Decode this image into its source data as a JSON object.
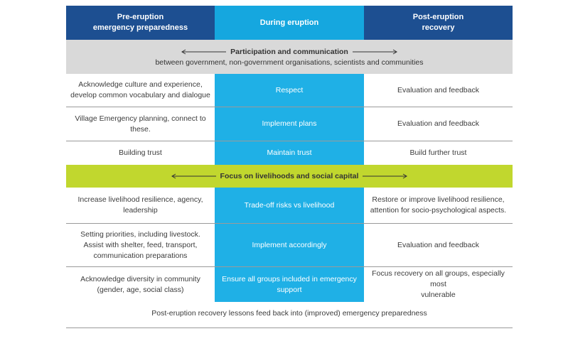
{
  "header": {
    "col1": [
      "Pre-eruption",
      "emergency preparedness"
    ],
    "col2": "During eruption",
    "col3": [
      "Post-eruption",
      "recovery"
    ]
  },
  "banner1": {
    "title": "Participation and communication",
    "subtitle": "between government, non-government organisations, scientists and communities"
  },
  "section1": [
    {
      "pre": [
        "Acknowledge culture and experience,",
        "develop common vocabulary and dialogue"
      ],
      "during": [
        "Respect"
      ],
      "post": [
        "Evaluation and feedback"
      ]
    },
    {
      "pre": [
        "Village Emergency planning, connect to",
        "these."
      ],
      "during": [
        "Implement plans"
      ],
      "post": [
        "Evaluation and feedback"
      ]
    },
    {
      "pre": [
        "Building trust"
      ],
      "during": [
        "Maintain trust"
      ],
      "post": [
        "Build further trust"
      ]
    }
  ],
  "banner2": {
    "title": "Focus on livelihoods and social capital"
  },
  "section2": [
    {
      "pre": [
        "Increase livelihood resilience, agency,",
        "leadership"
      ],
      "during": [
        "Trade-off risks vs livelihood"
      ],
      "post": [
        "Restore or improve livelihood resilience,",
        "attention for socio-psychological aspects."
      ]
    },
    {
      "pre": [
        "Setting priorities, including livestock.",
        "Assist with shelter, feed, transport,",
        "communication preparations"
      ],
      "during": [
        "Implement accordingly"
      ],
      "post": [
        "Evaluation and feedback"
      ]
    },
    {
      "pre": [
        "Acknowledge diversity in community",
        "(gender, age, social class)"
      ],
      "during": [
        "Ensure all groups included in emergency",
        "support"
      ],
      "post": [
        "Focus recovery on all groups, especially most",
        "vulnerable"
      ]
    }
  ],
  "footer": "Post-eruption recovery lessons feed back into (improved) emergency preparedness",
  "colors": {
    "dark_blue": "#1d4f91",
    "light_blue": "#1fb0e6",
    "gray": "#d9d9d9",
    "green": "#c1d72e"
  }
}
